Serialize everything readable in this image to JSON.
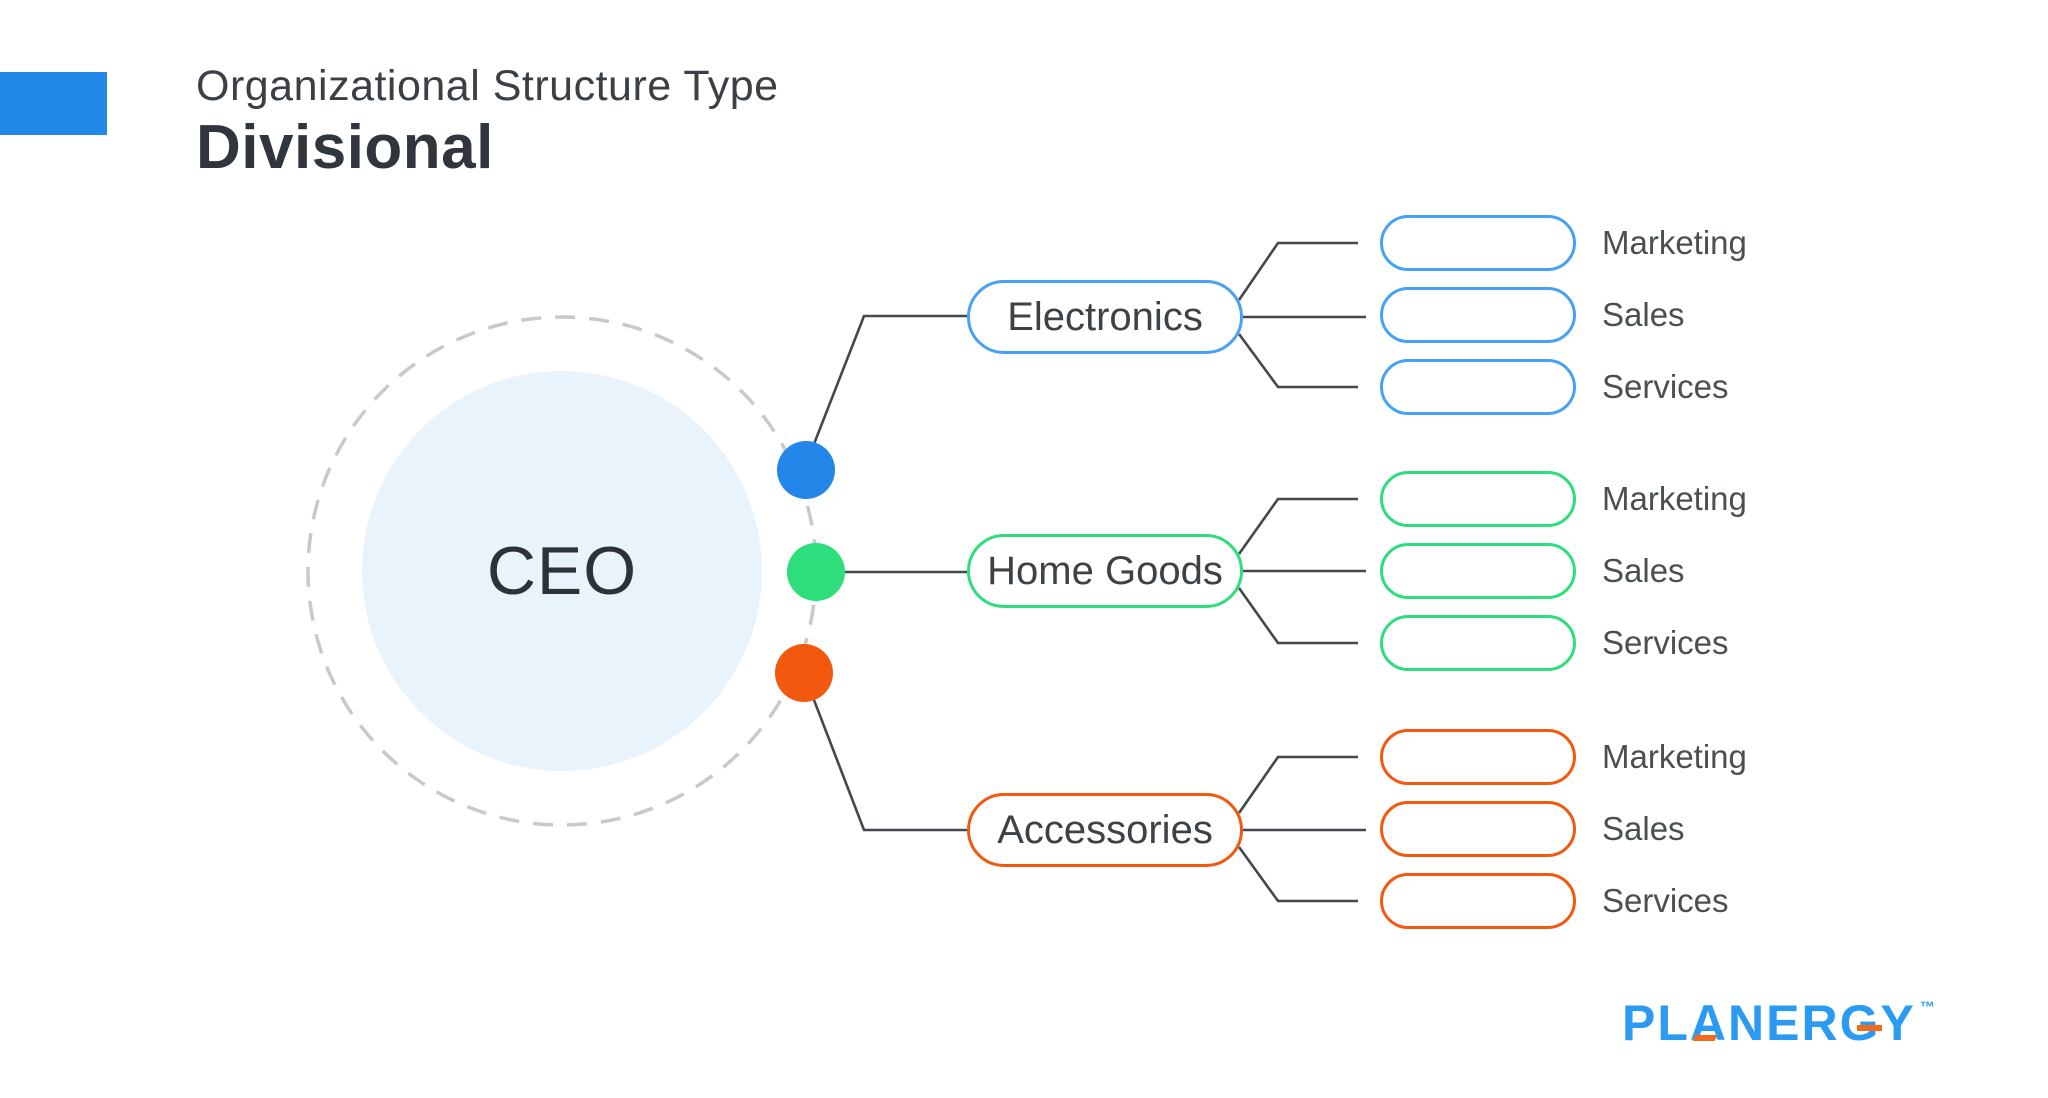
{
  "header": {
    "category": "Organizational Structure Type",
    "title": "Divisional"
  },
  "center": {
    "label": "CEO"
  },
  "divisions": [
    {
      "label": "Electronics",
      "border_color": "#47a1f7",
      "dot_color": "#2386e8",
      "departments": [
        "Marketing",
        "Sales",
        "Services"
      ]
    },
    {
      "label": "Home Goods",
      "border_color": "#2edd7c",
      "dot_color": "#2edd7c",
      "departments": [
        "Marketing",
        "Sales",
        "Services"
      ]
    },
    {
      "label": "Accessories",
      "border_color": "#f2590f",
      "dot_color": "#f2590f",
      "departments": [
        "Marketing",
        "Sales",
        "Services"
      ]
    }
  ],
  "logo": {
    "letters": [
      "P",
      "L",
      "A",
      "N",
      "E",
      "R",
      "G",
      "Y"
    ],
    "trademark": "™",
    "blue": "#2b9af3",
    "orange": "#f26b1d"
  },
  "colors": {
    "accent_bar": "#2389e9",
    "connector": "#44484c",
    "ceo_fill": "#e8f3fb",
    "dashed_ring": "#c9c9c9"
  }
}
